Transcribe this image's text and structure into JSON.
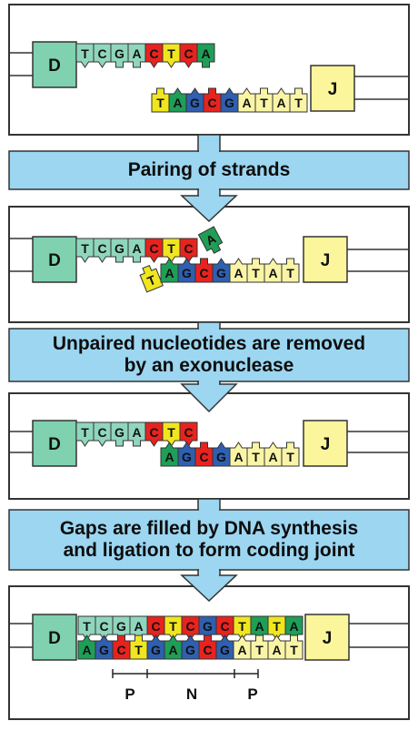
{
  "colors": {
    "A": "#1f9e57",
    "C": "#e8231f",
    "G": "#2f5fb0",
    "T": "#f0e61f",
    "D_box": "#7fd1b0",
    "D_strand": "#8fd6bd",
    "J_box": "#fbf59c",
    "J_strand": "#faf5a6",
    "arrow": "#9cd6f1",
    "outline": "#333333"
  },
  "segments": {
    "D": "D",
    "J": "J",
    "P": "P",
    "N": "N"
  },
  "panels": [
    {
      "name": "panel-hairpins-opened",
      "top_strand": [
        "T",
        "C",
        "G",
        "A",
        "C",
        "T",
        "C",
        "A"
      ],
      "top_colors": [
        "D",
        "D",
        "D",
        "D",
        "C",
        "T",
        "C",
        "A"
      ],
      "bottom_strand": [
        "T",
        "A",
        "G",
        "C",
        "G",
        "A",
        "T",
        "A",
        "T"
      ],
      "bottom_colors": [
        "T",
        "A",
        "G",
        "C",
        "G",
        "J",
        "J",
        "J",
        "J"
      ]
    },
    {
      "name": "panel-paired",
      "top_strand": [
        "T",
        "C",
        "G",
        "A",
        "C",
        "T",
        "C",
        "A"
      ],
      "top_colors": [
        "D",
        "D",
        "D",
        "D",
        "C",
        "T",
        "C",
        "A"
      ],
      "bottom_strand": [
        "T",
        "A",
        "G",
        "C",
        "G",
        "A",
        "T",
        "A",
        "T"
      ],
      "bottom_colors": [
        "T",
        "A",
        "G",
        "C",
        "G",
        "J",
        "J",
        "J",
        "J"
      ]
    },
    {
      "name": "panel-trimmed",
      "top_strand": [
        "T",
        "C",
        "G",
        "A",
        "C",
        "T",
        "C"
      ],
      "top_colors": [
        "D",
        "D",
        "D",
        "D",
        "C",
        "T",
        "C"
      ],
      "bottom_strand": [
        "A",
        "G",
        "C",
        "G",
        "A",
        "T",
        "A",
        "T"
      ],
      "bottom_colors": [
        "A",
        "G",
        "C",
        "G",
        "J",
        "J",
        "J",
        "J"
      ]
    },
    {
      "name": "panel-coding-joint",
      "top_strand": [
        "T",
        "C",
        "G",
        "A",
        "C",
        "T",
        "C",
        "G",
        "C",
        "T",
        "A",
        "T",
        "A"
      ],
      "top_colors": [
        "D",
        "D",
        "D",
        "D",
        "C",
        "T",
        "C",
        "G",
        "C",
        "T",
        "A",
        "T",
        "A"
      ],
      "bottom_strand": [
        "A",
        "G",
        "C",
        "T",
        "G",
        "A",
        "G",
        "C",
        "G",
        "A",
        "T",
        "A",
        "T"
      ],
      "bottom_colors": [
        "A",
        "G",
        "C",
        "T",
        "G",
        "A",
        "G",
        "C",
        "G",
        "J",
        "J",
        "J",
        "J"
      ]
    }
  ],
  "steps": [
    {
      "label": "Pairing of strands"
    },
    {
      "label_line1": "Unpaired nucleotides are removed",
      "label_line2": "by an exonuclease"
    },
    {
      "label_line1": "Gaps are filled by DNA synthesis",
      "label_line2": "and ligation to form coding joint"
    }
  ]
}
